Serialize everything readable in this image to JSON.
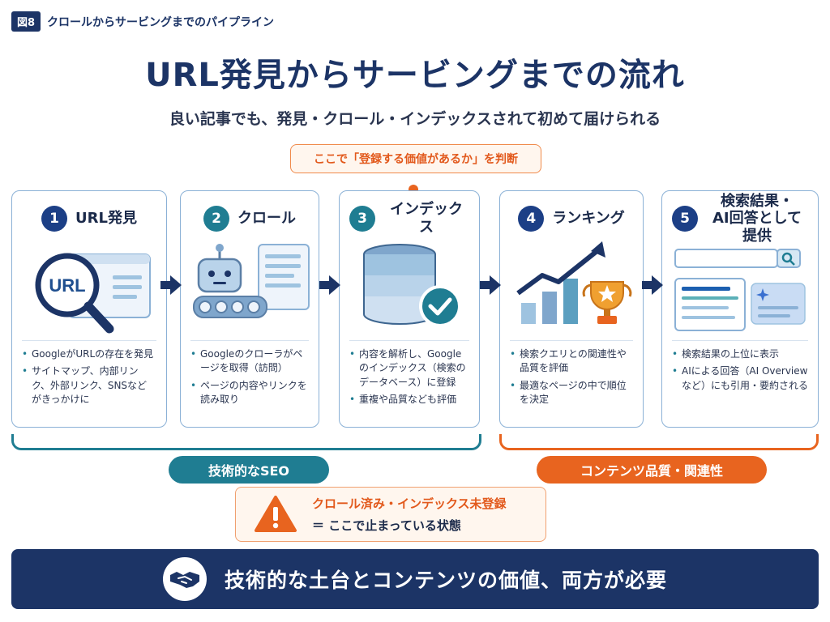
{
  "figure": {
    "badge": "図8",
    "caption": "クロールからサービングまでのパイプライン"
  },
  "title": "URL発見からサービングまでの流れ",
  "subtitle": "良い記事でも、発見・クロール・インデックスされて初めて届けられる",
  "callout": "ここで「登録する価値があるか」を判断",
  "steps": [
    {
      "num": "1",
      "title": "URL発見",
      "icon": "magnifier-url-icon",
      "illus_text": "URL",
      "bullets": [
        "GoogleがURLの存在を発見",
        "サイトマップ、内部リンク、外部リンク、SNSなどがきっかけに"
      ]
    },
    {
      "num": "2",
      "title": "クロール",
      "icon": "robot-crawler-icon",
      "bullets": [
        "Googleのクローラがページを取得（訪問）",
        "ページの内容やリンクを読み取り"
      ]
    },
    {
      "num": "3",
      "title": "インデックス",
      "icon": "database-check-icon",
      "bullets": [
        "内容を解析し、Googleのインデックス（検索のデータベース）に登録",
        "重複や品質なども評価"
      ]
    },
    {
      "num": "4",
      "title": "ランキング",
      "icon": "chart-trophy-icon",
      "bullets": [
        "検索クエリとの関連性や品質を評価",
        "最適なページの中で順位を決定"
      ]
    },
    {
      "num": "5",
      "title_line1": "検索結果・",
      "title_line2": "AI回答として提供",
      "icon": "search-results-icon",
      "bullets": [
        "検索結果の上位に表示",
        "AIによる回答（AI Overviewなど）にも引用・要約される"
      ]
    }
  ],
  "groups": [
    {
      "label": "技術的なSEO",
      "color": "#1f7d92"
    },
    {
      "label": "コンテンツ品質・関連性",
      "color": "#e8641f"
    }
  ],
  "warning": {
    "line1": "クロール済み・インデックス未登録",
    "line2": "＝ ここで止まっている状態",
    "icon": "warning-triangle-icon"
  },
  "banner": {
    "text": "技術的な土台とコンテンツの価値、両方が必要",
    "icon": "handshake-icon"
  },
  "colors": {
    "navy": "#1c3466",
    "teal": "#1f7d92",
    "orange": "#e8641f",
    "card_border": "#8bb1d6"
  }
}
